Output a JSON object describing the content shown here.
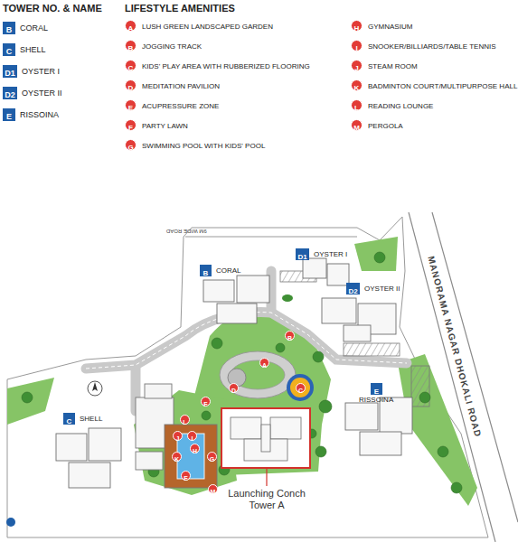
{
  "diagram": {
    "nodes": [
      {
        "text": [
          "B",
          "CORAL"
        ]
      },
      {
        "text": [
          "C",
          "SHELL"
        ]
      },
      {
        "text": [
          "D1",
          "OYSTER I"
        ]
      },
      {
        "text": [
          "D2",
          "OYSTER II"
        ]
      },
      {
        "text": [
          "E",
          "RISSOINA"
        ]
      },
      {
        "text": [
          "A",
          "LUSH GREEN LANDSCAPED GARDEN"
        ]
      },
      {
        "text": [
          "B",
          "JOGGING TRACK"
        ]
      },
      {
        "text": [
          "C",
          "KIDS' PLAY AREA WITH RUBBERIZED FLOORING"
        ]
      },
      {
        "text": [
          "D",
          "MEDITATION PAVILION"
        ]
      },
      {
        "text": [
          "E",
          "ACUPRESSURE ZONE"
        ]
      },
      {
        "text": [
          "F",
          "PARTY LAWN"
        ]
      },
      {
        "text": [
          "G",
          "SWIMMING POOL WITH KIDS' POOL"
        ]
      },
      {
        "text": [
          "H",
          "GYMNASIUM"
        ]
      },
      {
        "text": [
          "I",
          "SNOOKER/BILLIARDS/TABLE TENNIS"
        ]
      },
      {
        "text": [
          "J",
          "STEAM ROOM"
        ]
      },
      {
        "text": [
          "K",
          "BADMINTON COURT/MULTIPURPOSE HALL"
        ]
      },
      {
        "text": [
          "L",
          "READING LOUNGE"
        ]
      },
      {
        "text": [
          "M",
          "PERGOLA"
        ]
      },
      {
        "text": [
          "B",
          "CORAL"
        ]
      },
      {
        "text": [
          "D1",
          "OYSTER I"
        ]
      },
      {
        "text": [
          "D2",
          "OYSTER II"
        ]
      },
      {
        "text": [
          "E",
          "RISSOINA"
        ]
      },
      {
        "text": [
          "C",
          "SHELL"
        ]
      },
      {
        "text": [
          "A"
        ]
      },
      {
        "text": [
          "B"
        ]
      },
      {
        "text": [
          "C"
        ]
      },
      {
        "text": [
          "D"
        ]
      },
      {
        "text": [
          "F"
        ]
      },
      {
        "text": [
          "L"
        ]
      },
      {
        "text": [
          "J"
        ]
      },
      {
        "text": [
          "I"
        ]
      },
      {
        "text": [
          "H"
        ]
      },
      {
        "text": [
          "K"
        ]
      },
      {
        "text": [
          "G"
        ]
      },
      {
        "text": [
          "E"
        ]
      },
      {
        "text": [
          "M"
        ]
      }
    ],
    "labels": [
      "TOWER NO. & NAME",
      "LIFESTYLE AMENITIES",
      "9M WIDE ROAD",
      "MANORAMA NAGAR DHOKALI ROAD",
      "Launching Conch Tower A"
    ]
  }
}
